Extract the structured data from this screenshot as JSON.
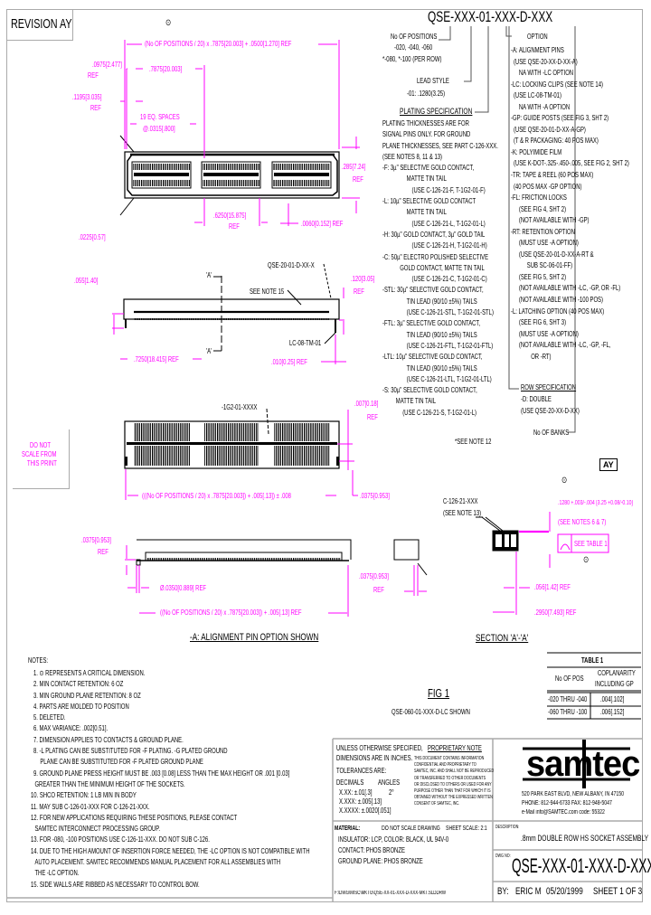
{
  "revision": "REVISION AY",
  "part_number_header": "QSE-XXX-01-XXX-D-XXX",
  "colors": {
    "dimension": "#ff00ff",
    "frame": "#aaaaaa",
    "line": "#000000"
  },
  "callouts": {
    "positions": {
      "title": "No OF POSITIONS",
      "values": [
        "-020, -040, -060",
        "*-080, *-100 (PER ROW)"
      ]
    },
    "lead_style": {
      "title": "LEAD STYLE",
      "value": "-01: .1280(3.25)"
    },
    "plating": {
      "title": "PLATING SPECIFICATION",
      "lines": [
        "PLATING THICKNESSES ARE FOR",
        "SIGNAL PINS ONLY. FOR GROUND",
        "PLANE THICKNESSES, SEE PART C-126-XXX.",
        "(SEE NOTES 8, 11 & 13)",
        "-F: 3µ\" SELECTIVE GOLD CONTACT,",
        "MATTE TIN TAIL",
        "(USE C-126-21-F, T-1G2-01-F)",
        "-L: 10µ\" SELECTIVE GOLD CONTACT",
        "MATTE TIN TAIL",
        "(USE C-126-21-L, T-1G2-01-L)",
        "-H: 30µ\" GOLD CONTACT, 3µ\" GOLD TAIL",
        "(USE C-126-21-H, T-1G2-01-H)",
        "-C: 50µ\" ELECTRO POLISHED SELECTIVE",
        "GOLD CONTACT, MATTE TIN TAIL",
        "(USE C-126-21-C, T-1G2-01-C)",
        "-STL: 30µ\" SELECTIVE GOLD CONTACT,",
        "TIN LEAD (90/10 ±5%) TAILS",
        "(USE C-126-21-STL, T-1G2-01-STL)",
        "-FTL: 3µ\" SELECTIVE GOLD CONTACT,",
        "TIN LEAD (90/10 ±5%) TAILS",
        "(USE C-126-21-FTL, T-1G2-01-FTL)",
        "-LTL: 10µ\" SELECTIVE GOLD CONTACT,",
        "TIN LEAD (90/10 ±5%) TAILS",
        "(USE C-126-21-LTL, T-1G2-01-LTL)",
        "-S: 30µ\" SELECTIVE GOLD CONTACT,",
        "MATTE TIN TAIL",
        "(USE C-126-21-S, T-1G2-01-L)"
      ],
      "footnote": "*SEE NOTE 12"
    },
    "option": {
      "title": "OPTION",
      "lines": [
        "-A: ALIGNMENT PINS",
        "(USE QSE-20-XX-D-XX-A)",
        "NA WITH -LC OPTION",
        "-LC: LOCKING CLIPS (SEE NOTE 14)",
        "(USE LC-08-TM-01)",
        "NA WITH -A OPTION",
        "-GP: GUIDE POSTS (SEE FIG 3, SHT 2)",
        "(USE QSE-20-01-D-XX-A-GP)",
        "(T & R PACKAGING: 40 POS MAX)",
        "-K: POLYIMIDE FILM",
        "(USE K-DOT-.325-.450-.005, SEE FIG 2, SHT 2)",
        "-TR: TAPE & REEL (60 POS MAX)",
        "(40 POS MAX -GP OPTION)",
        "-FL: FRICTION LOCKS",
        "(SEE FIG 4, SHT 2)",
        "(NOT AVAILABLE WITH -GP)",
        "-RT: RETENTION OPTION",
        "(MUST USE -A OPTION)",
        "(USE QSE-20-01-D-XX-A-RT &",
        "SUB SC-06-01-FF)",
        "(SEE FIG 5, SHT 2)",
        "(NOT AVAILABLE WITH -LC, -GP, OR -FL)",
        "(NOT AVAILABLE WITH -100 POS)",
        "-L: LATCHING OPTION (40 POS MAX)",
        "(SEE FIG 6, SHT 3)",
        "(MUST USE -A OPTION)",
        "(NOT AVAILABLE WITH -LC, -GP, -FL,",
        "OR -RT)"
      ]
    },
    "row_spec": {
      "title": "ROW SPECIFICATION",
      "lines": [
        "-D: DOUBLE",
        "(USE QSE-20-XX-D-XX)"
      ],
      "banks": "No OF BANKS"
    }
  },
  "drawing": {
    "critical_symbol": "⊙",
    "top_view": {
      "overall": "(No OF POSITIONS / 20) x .7875[20.003] + .0500[1.270] REF",
      "d1": ".0975[2.477]",
      "d1_ref": "REF",
      "pitch": ".7875[20.003]",
      "d2": ".1195[3.035]",
      "d2_ref": "REF",
      "spaces1": "19 EQ. SPACES",
      "spaces2": "@.0315[.800]",
      "height": ".285[7.24]",
      "height_ref": "REF",
      "window": ".6250[15.875]",
      "window_ref": "REF",
      "gap": ".0060[0.152] REF",
      "d3": ".0225[0.57]"
    },
    "side_view": {
      "d1": ".055[1.40]",
      "part": "QSE-20-01-D-XX-X",
      "see_note": "SEE NOTE 15",
      "height": ".120[3.05]",
      "height_ref": "REF",
      "section_mark": "'A'",
      "clip": "LC-08-TM-01",
      "d2": ".7250[18.415] REF",
      "d3": ".010[0.25] REF"
    },
    "bottom_view": {
      "ground_plane": "-1G2-01-XXXX",
      "d1": ".007[0.18]",
      "d1_ref": "REF",
      "overall": "(((No OF POSITIONS / 20) x .7875[20.003]) + .005[.13]) ± .008",
      "d2": ".0375[0.953]"
    },
    "do_not_scale": [
      "DO NOT",
      "SCALE FROM",
      "THIS PRINT"
    ],
    "pin_view": {
      "d1": ".0375[0.953]",
      "d1_ref": "REF",
      "pin_dia": "Ø.0350[0.889] REF",
      "d2": ".0375[0.953]",
      "d2_ref": "REF",
      "overall": "((No OF POSITIONS / 20) x .7875[20.003]) + .005[.13] REF",
      "caption": "-A: ALIGNMENT PIN OPTION SHOWN"
    },
    "section": {
      "contact": "C-126-21-XXX",
      "contact_note": "(SEE NOTE 13)",
      "lead": ".1280 +.003/-.004 [3.25 +0.08/-0.10]",
      "lead_note": "(SEE NOTES 6 & 7)",
      "coplanarity": "SEE TABLE 1",
      "d1": ".056[1.42] REF",
      "d2": ".2950[7.493] REF",
      "caption": "SECTION 'A'-'A'"
    },
    "rev_flag": "AY",
    "fig_title": "FIG 1",
    "fig_subtitle": "QSE-060-01-XXX-D-LC SHOWN"
  },
  "table1": {
    "title": "TABLE 1",
    "headers": [
      "No OF POS",
      "COPLANARITY",
      "INCLUDING GP"
    ],
    "rows": [
      [
        "-020 THRU -040",
        ".004[.102]"
      ],
      [
        "-060 THRU -100",
        ".006[.152]"
      ]
    ]
  },
  "notes": {
    "title": "NOTES:",
    "lines": [
      "1. ⊙ REPRESENTS A CRITICAL DIMENSION.",
      "2. MIN CONTACT RETENTION: 6 OZ",
      "3. MIN GROUND PLANE RETENTION: 8 OZ",
      "4. PARTS ARE MOLDED TO POSITION",
      "5. DELETED.",
      "6. MAX VARIANCE: .002[0.51].",
      "7. DIMENSION APPLIES TO CONTACTS & GROUND PLANE.",
      "8. -L PLATING CAN BE SUBSTITUTED FOR -F PLATING. -G PLATED GROUND",
      "PLANE CAN BE SUBSTITUTED FOR -F PLATED GROUND PLANE",
      "9. GROUND PLANE PRESS HEIGHT MUST BE .003 [0.08] LESS THAN THE MAX HEIGHT OR .001 [0.03]",
      "GREATER THAN THE MINIMUM HEIGHT OF THE SOCKETS.",
      "10. SHCO RETENTION: 1 LB MIN IN BODY",
      "11. MAY SUB C-126-01-XXX FOR C-126-21-XXX.",
      "12. FOR NEW APPLICATIONS REQUIRING THESE POSITIONS, PLEASE CONTACT",
      "SAMTEC INTERCONNECT PROCESSING GROUP.",
      "13. FOR -080, -100 POSITIONS USE C-126-11-XXX. DO NOT SUB C-126.",
      "14. DUE TO THE HIGH AMOUNT OF INSERTION FORCE NEEDED, THE -LC OPTION IS NOT COMPATIBLE WITH",
      "AUTO PLACEMENT. SAMTEC RECOMMENDS MANUAL PLACEMENT FOR ALL ASSEMBLIES WITH",
      "THE -LC OPTION.",
      "15. SIDE WALLS ARE RIBBED AS NECESSARY TO CONTROL BOW."
    ]
  },
  "title_block": {
    "unless": [
      "UNLESS OTHERWISE SPECIFIED,",
      "DIMENSIONS ARE IN INCHES."
    ],
    "tolerances": "TOLERANCES ARE:",
    "decimals": "DECIMALS",
    "angles": "ANGLES",
    "tol_values": [
      "X.XX: ±.01[.3]",
      "X.XXX: ±.005[.13]",
      "X.XXXX: ±.0020[.051]"
    ],
    "angle_value": "2°",
    "proprietary_title": "PROPRIETARY NOTE",
    "proprietary": [
      "THIS DOCUMENT CONTAINS INFORMATION",
      "CONFIDENTIAL AND PROPRIETARY TO",
      "SAMTEC, INC. AND SHALL NOT BE REPRODUCED",
      "OR TRANSFERRED TO OTHER DOCUMENTS",
      "OR DISCLOSED TO OTHERS OR USED FOR ANY",
      "PURPOSE OTHER THAN THAT FOR WHICH IT IS",
      "OBTAINED WITHOUT THE EXPRESSED WRITTEN",
      "CONSENT OF SAMTEC, INC."
    ],
    "material_label": "MATERIAL:",
    "do_not_scale": "DO NOT SCALE DRAWING",
    "sheet_scale": "SHEET SCALE: 2:1",
    "materials": [
      "INSULATOR: LCP, COLOR: BLACK, UL 94V-0",
      "CONTACT: PHOS BRONZE",
      "GROUND PLANE: PHOS BRONZE"
    ],
    "file_path": "F:\\DWG\\MISC\\MKTG\\QSE-XX-01-XXX-D-XXX-MKT.SLDDRW",
    "logo": "samtec",
    "address": [
      "520 PARK EAST BLVD, NEW ALBANY, IN 47150",
      "PHONE: 812-944-6733     FAX: 812-948-5047",
      "e-Mail info@SAMTEC.com     code: 55322"
    ],
    "description_label": "DESCRIPTION:",
    "description": ".8mm DOUBLE ROW HS SOCKET ASSEMBLY",
    "dwg_no_label": "DWG NO:",
    "dwg_no": "QSE-XXX-01-XXX-D-XXX",
    "by_label": "BY:",
    "by": "ERIC M",
    "date": "05/20/1999",
    "sheet": "SHEET 1 OF 3"
  }
}
